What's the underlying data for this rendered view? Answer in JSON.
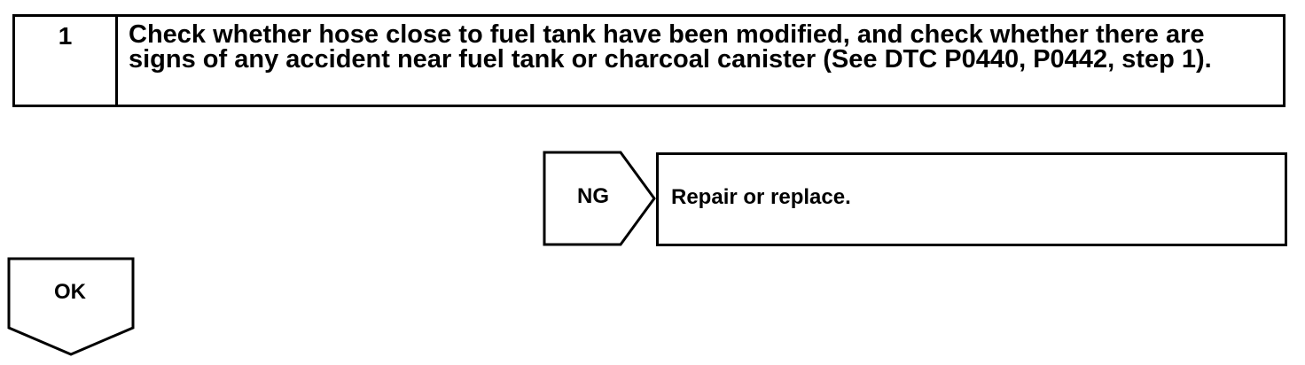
{
  "step": {
    "number": "1",
    "text": "Check whether hose close to fuel tank have been modified, and check whether there are signs of any accident near fuel tank or charcoal canister (See DTC P0440, P0442, step 1)."
  },
  "ng_branch": {
    "label": "NG",
    "result": "Repair or replace."
  },
  "ok_branch": {
    "label": "OK"
  }
}
